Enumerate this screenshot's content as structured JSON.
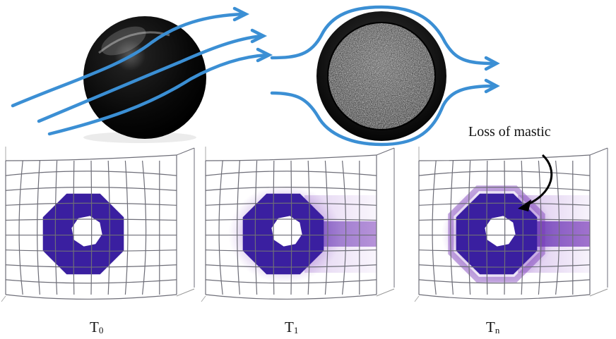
{
  "annotation": "Loss of mastic",
  "panels": [
    {
      "label_main": "T",
      "label_sub": "0"
    },
    {
      "label_main": "T",
      "label_sub": "1"
    },
    {
      "label_main": "T",
      "label_sub": "n"
    }
  ],
  "colors": {
    "flow_line": "#3b8fd4",
    "mastic": "#3a1fa0",
    "mastic_spread": "#7a3ab8",
    "sphere": "#0c0c0c",
    "grid": "#6e6e78"
  }
}
